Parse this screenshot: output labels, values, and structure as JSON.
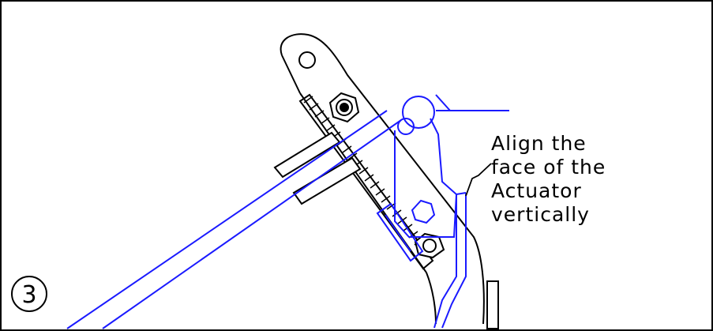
{
  "step": {
    "number": "3"
  },
  "note": {
    "lines": [
      "Align the",
      "face of the",
      "Actuator",
      "vertically"
    ]
  },
  "colors": {
    "linework": "#000000",
    "actuator": "#1a1aff",
    "background": "#ffffff"
  }
}
